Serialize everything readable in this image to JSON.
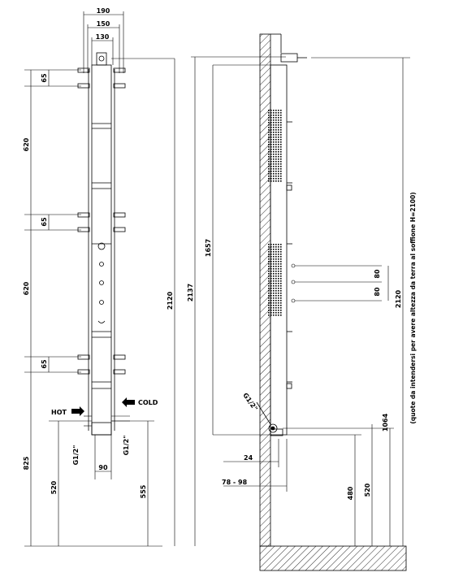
{
  "front_view": {
    "top_widths": [
      "190",
      "150",
      "130"
    ],
    "spacings": [
      "65",
      "620",
      "65",
      "620",
      "65"
    ],
    "total_height": "2120",
    "base_height": "825",
    "inlet_heights": [
      "520",
      "555"
    ],
    "width_bottom": "90",
    "hot_label": "HOT",
    "cold_label": "COLD",
    "thread_hot": "G1/2\"",
    "thread_cold": "G1/2\""
  },
  "side_view": {
    "total_height": "2137",
    "body_height": "1657",
    "outlet_spacings": [
      "80",
      "80"
    ],
    "thread": "G1/2\"",
    "depth_small": "24",
    "depth_range": "78 - 98",
    "heights_right": [
      "2120",
      "1064",
      "520",
      "480"
    ],
    "note": "(quote da intendersi per avere altezza da terra al soffione H=2100)"
  }
}
